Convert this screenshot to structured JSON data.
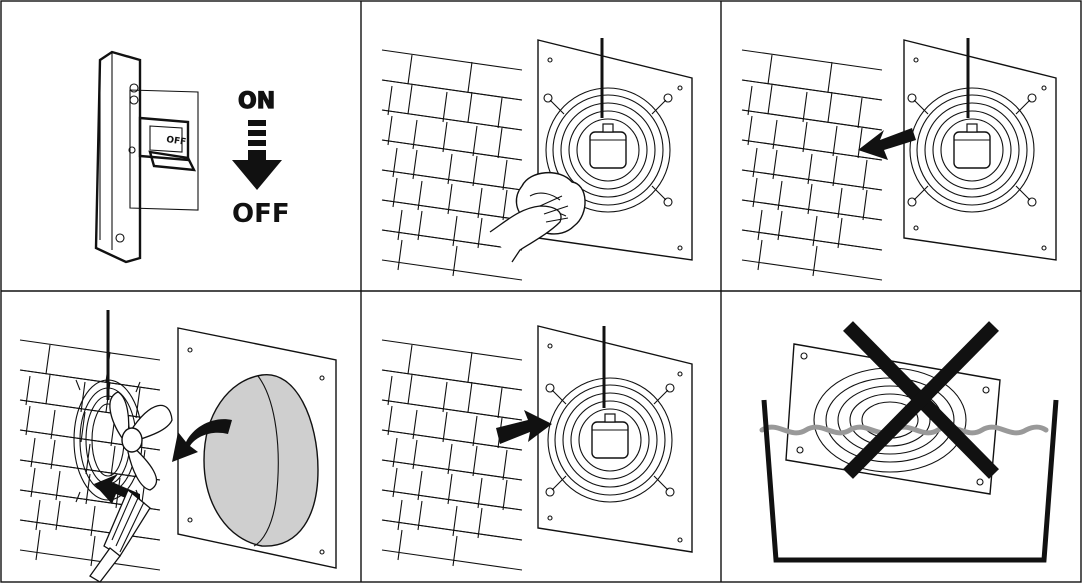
{
  "panels": [
    {
      "id": "power-off",
      "switch_label": "OFF",
      "on_label": "ON",
      "off_label": "OFF"
    },
    {
      "id": "wipe-housing"
    },
    {
      "id": "remove-fan"
    },
    {
      "id": "clean-impeller"
    },
    {
      "id": "reinstall-fan"
    },
    {
      "id": "no-water-immersion"
    }
  ],
  "colors": {
    "line": "#111111",
    "water": "#999999",
    "duct": "#cfcfcf",
    "cross": "#111111"
  }
}
